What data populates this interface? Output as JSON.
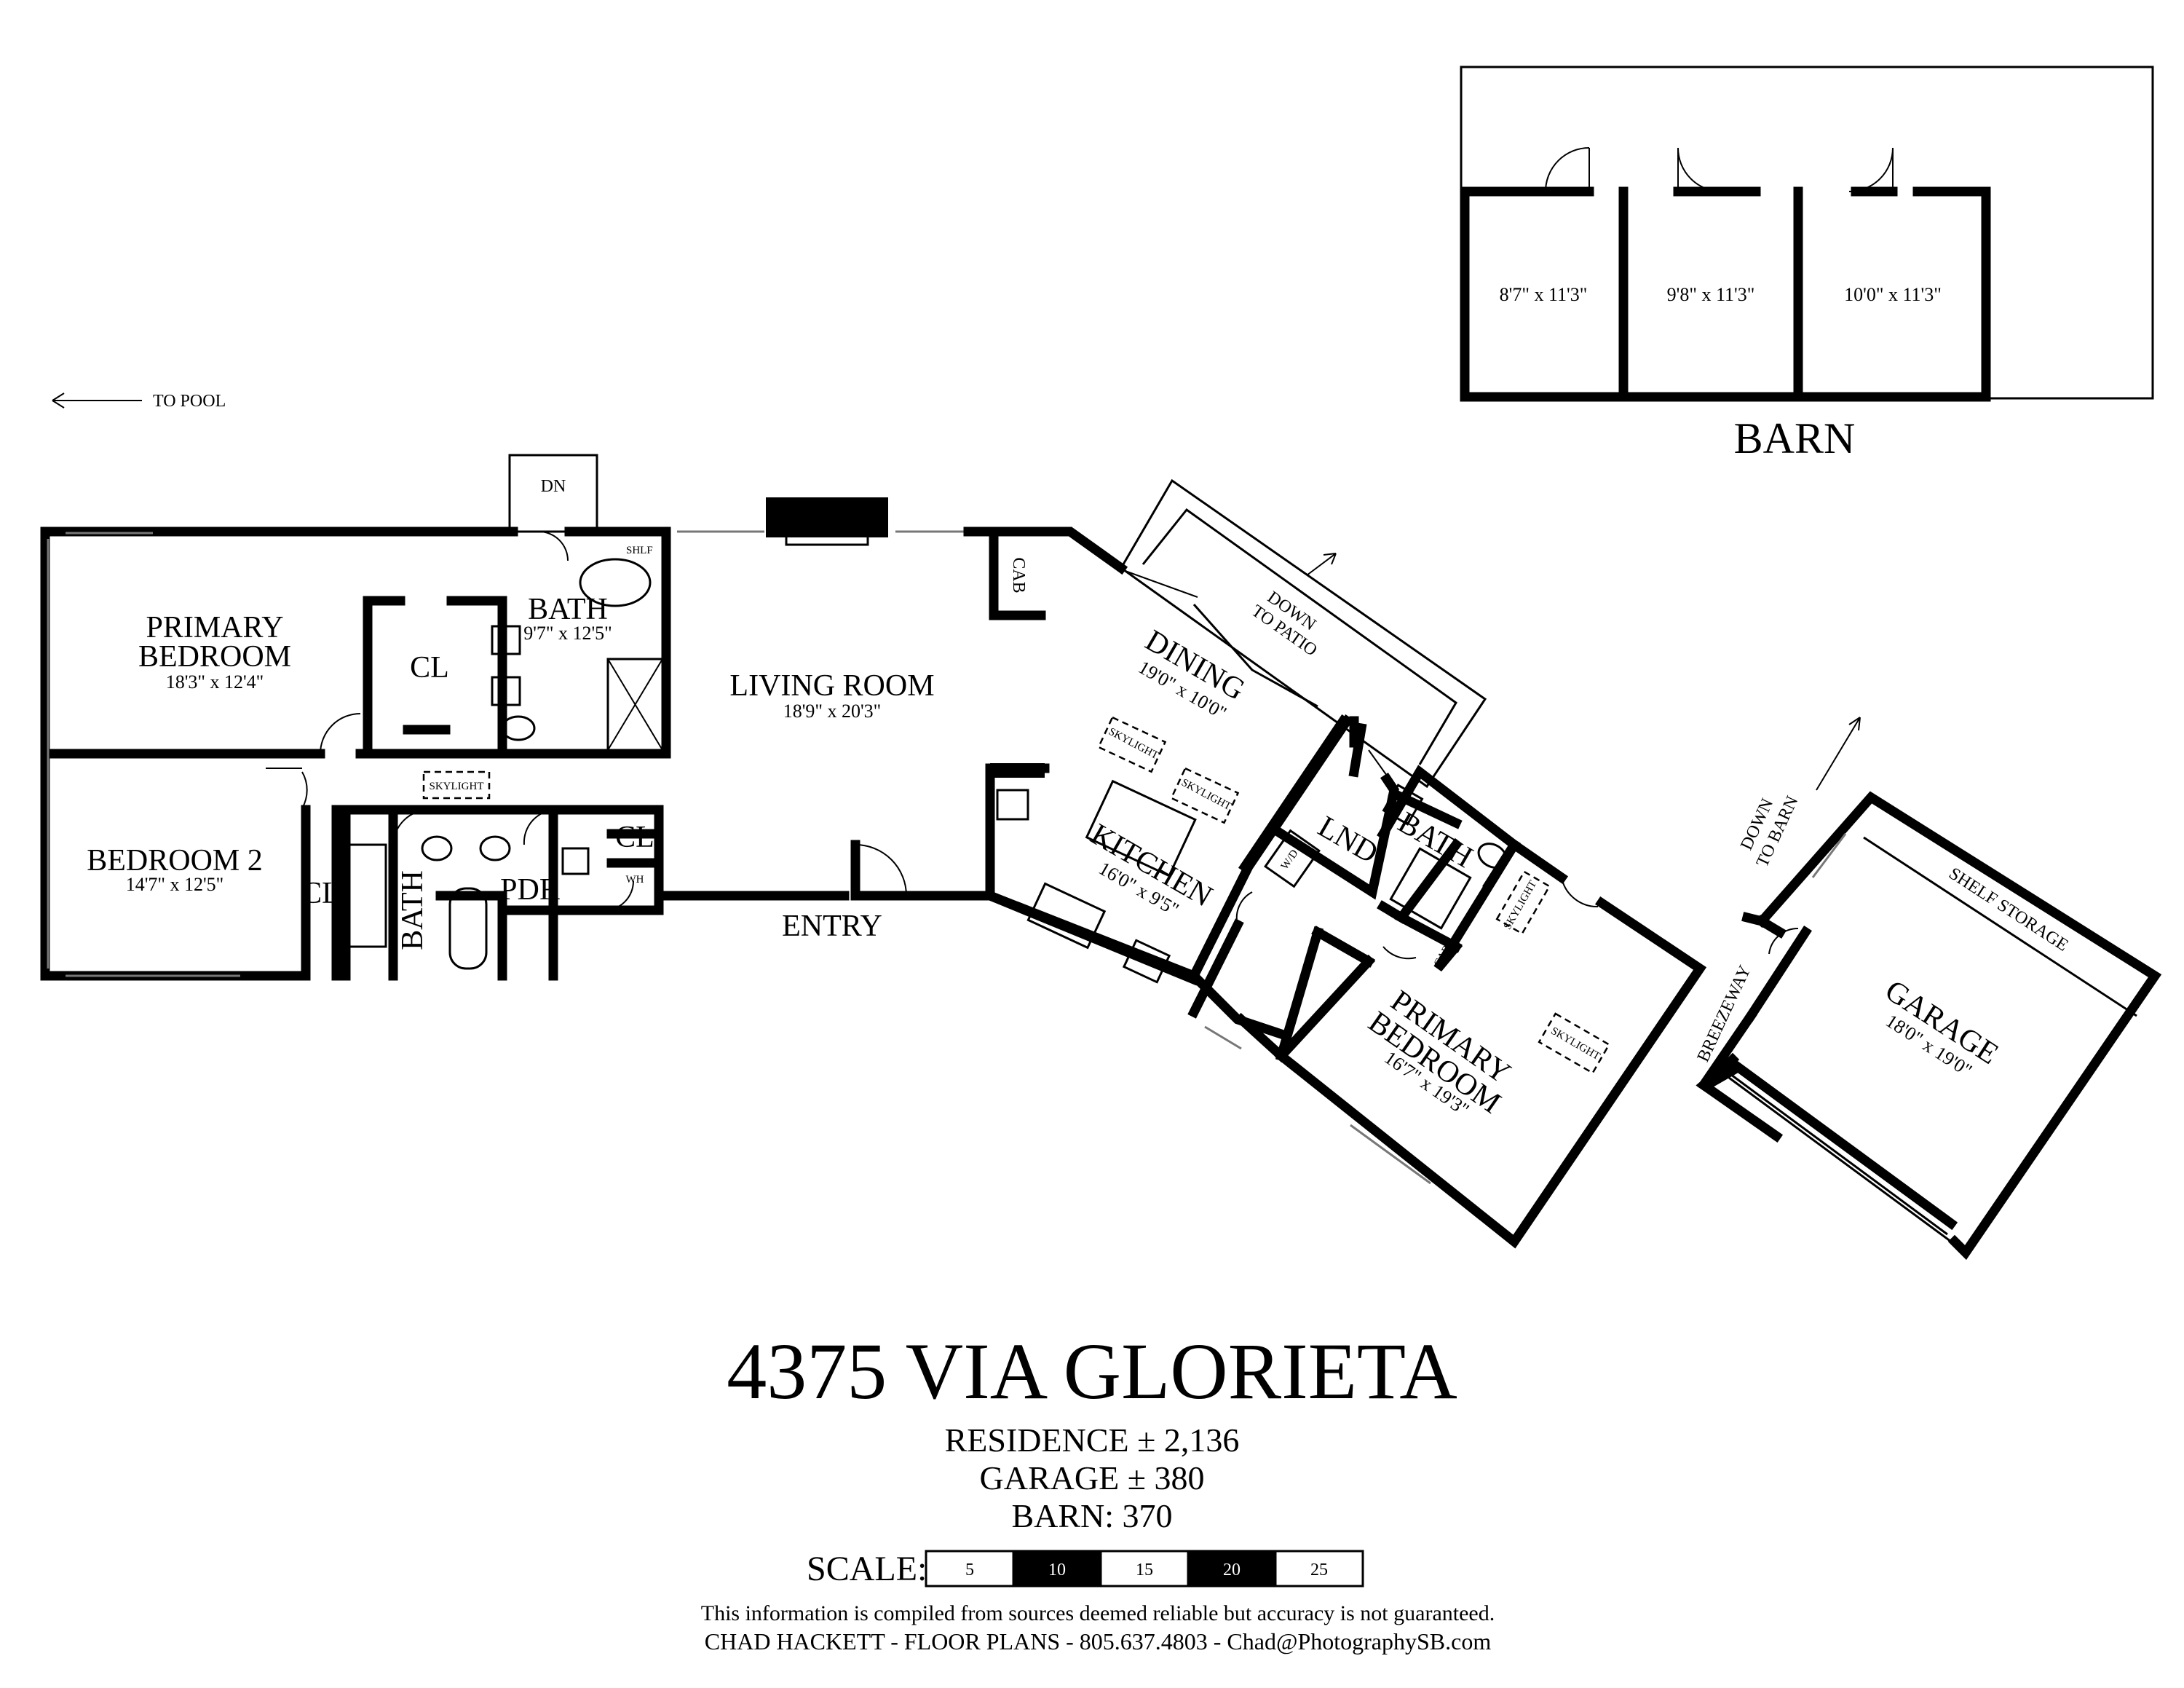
{
  "labels": {
    "to_pool": "TO POOL",
    "barn": "BARN",
    "barn_stall_1": "8'7\" x 11'3\"",
    "barn_stall_2": "9'8\" x 11'3\"",
    "barn_stall_3": "10'0\" x 11'3\"",
    "dn": "DN",
    "fp": "FP",
    "cab": "CAB",
    "shlf": "SHLF",
    "primary_bedroom_1_line1": "PRIMARY",
    "primary_bedroom_1_line2": "BEDROOM",
    "primary_bedroom_1_dim": "18'3\" x 12'4\"",
    "cl": "CL",
    "bath_1": "BATH",
    "bath_1_dim": "9'7\" x 12'5\"",
    "living_room": "LIVING ROOM",
    "living_room_dim": "18'9\" x 20'3\"",
    "skylight": "SKYLIGHT",
    "bedroom_2": "BEDROOM 2",
    "bedroom_2_dim": "14'7\" x 12'5\"",
    "bath_2": "BATH",
    "pdr": "PDR",
    "wh": "WH",
    "entry": "ENTRY",
    "dining": "DINING",
    "dining_dim": "19'0\" x 10'0\"",
    "down_to_patio_1": "DOWN",
    "down_to_patio_2": "TO PATIO",
    "kitchen": "KITCHEN",
    "kitchen_dim": "16'0\" x 9'5\"",
    "lnd": "LND",
    "wd": "W/D",
    "bath_3": "BATH",
    "skylight_short": "SKYLIGHT",
    "primary_bedroom_2_line1": "PRIMARY",
    "primary_bedroom_2_line2": "BEDROOM",
    "primary_bedroom_2_dim": "16'7\" x 19'3\"",
    "breezeway": "BREEZEWAY",
    "down_to_barn_1": "DOWN",
    "down_to_barn_2": "TO BARN",
    "shelf_storage": "SHELF STORAGE",
    "garage": "GARAGE",
    "garage_dim": "18'0\" x 19'0\""
  },
  "title": {
    "address": "4375 VIA GLORIETA",
    "residence": "RESIDENCE ± 2,136",
    "garage": "GARAGE ± 380",
    "barn": "BARN: 370"
  },
  "scale": {
    "label": "SCALE:",
    "ticks": [
      "5",
      "10",
      "15",
      "20",
      "25"
    ]
  },
  "footer": {
    "disclaimer": "This information is compiled from sources deemed reliable but accuracy is not guaranteed.",
    "credit": "CHAD HACKETT - FLOOR PLANS - 805.637.4803 - Chad@PhotographySB.com"
  },
  "colors": {
    "ink": "#000000",
    "window": "#777777",
    "paper": "#ffffff"
  }
}
